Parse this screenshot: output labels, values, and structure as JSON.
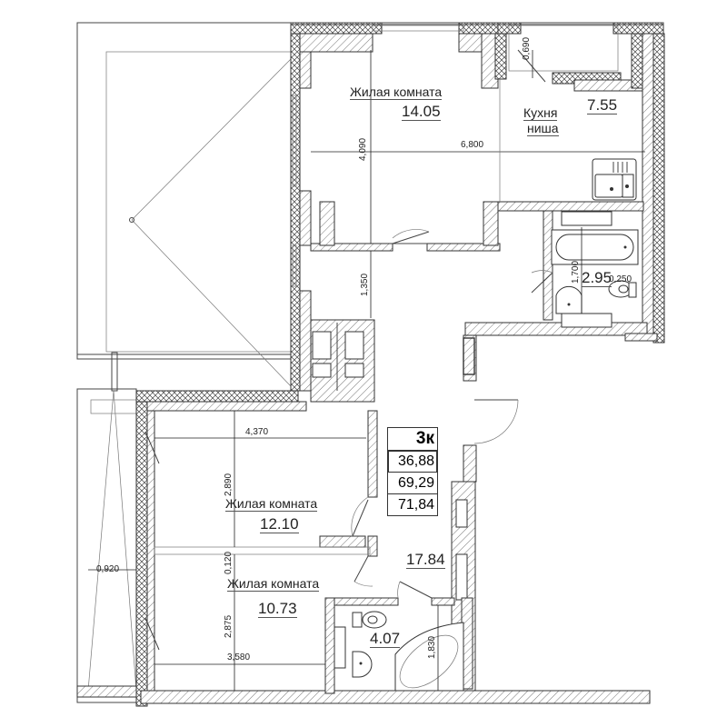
{
  "plan": {
    "apartment_type": "3к",
    "areas": {
      "living": "36,88",
      "total": "69,29",
      "total_with_balcony": "71,84"
    }
  },
  "rooms": [
    {
      "id": "living-1",
      "name": "Жилая комната",
      "area": "14.05"
    },
    {
      "id": "kitchen",
      "name_line1": "Кухня",
      "name_line2": "ниша",
      "area": "7.55"
    },
    {
      "id": "bathroom-1",
      "area": "2.95"
    },
    {
      "id": "living-2",
      "name": "Жилая комната",
      "area": "12.10"
    },
    {
      "id": "living-3",
      "name": "Жилая комната",
      "area": "10.73"
    },
    {
      "id": "hallway",
      "area": "17.84"
    },
    {
      "id": "bathroom-2",
      "area": "4.07"
    }
  ],
  "dimensions": {
    "d_0690": "0,690",
    "d_6800": "6,800",
    "d_4090": "4,090",
    "d_1350": "1,350",
    "d_1700": "1,700",
    "d_0250": "0,250",
    "d_4370": "4,370",
    "d_2890": "2,890",
    "d_0120": "0,120",
    "d_2875": "2,875",
    "d_3580": "3,580",
    "d_1830": "1,830",
    "d_0920": "0,920"
  }
}
